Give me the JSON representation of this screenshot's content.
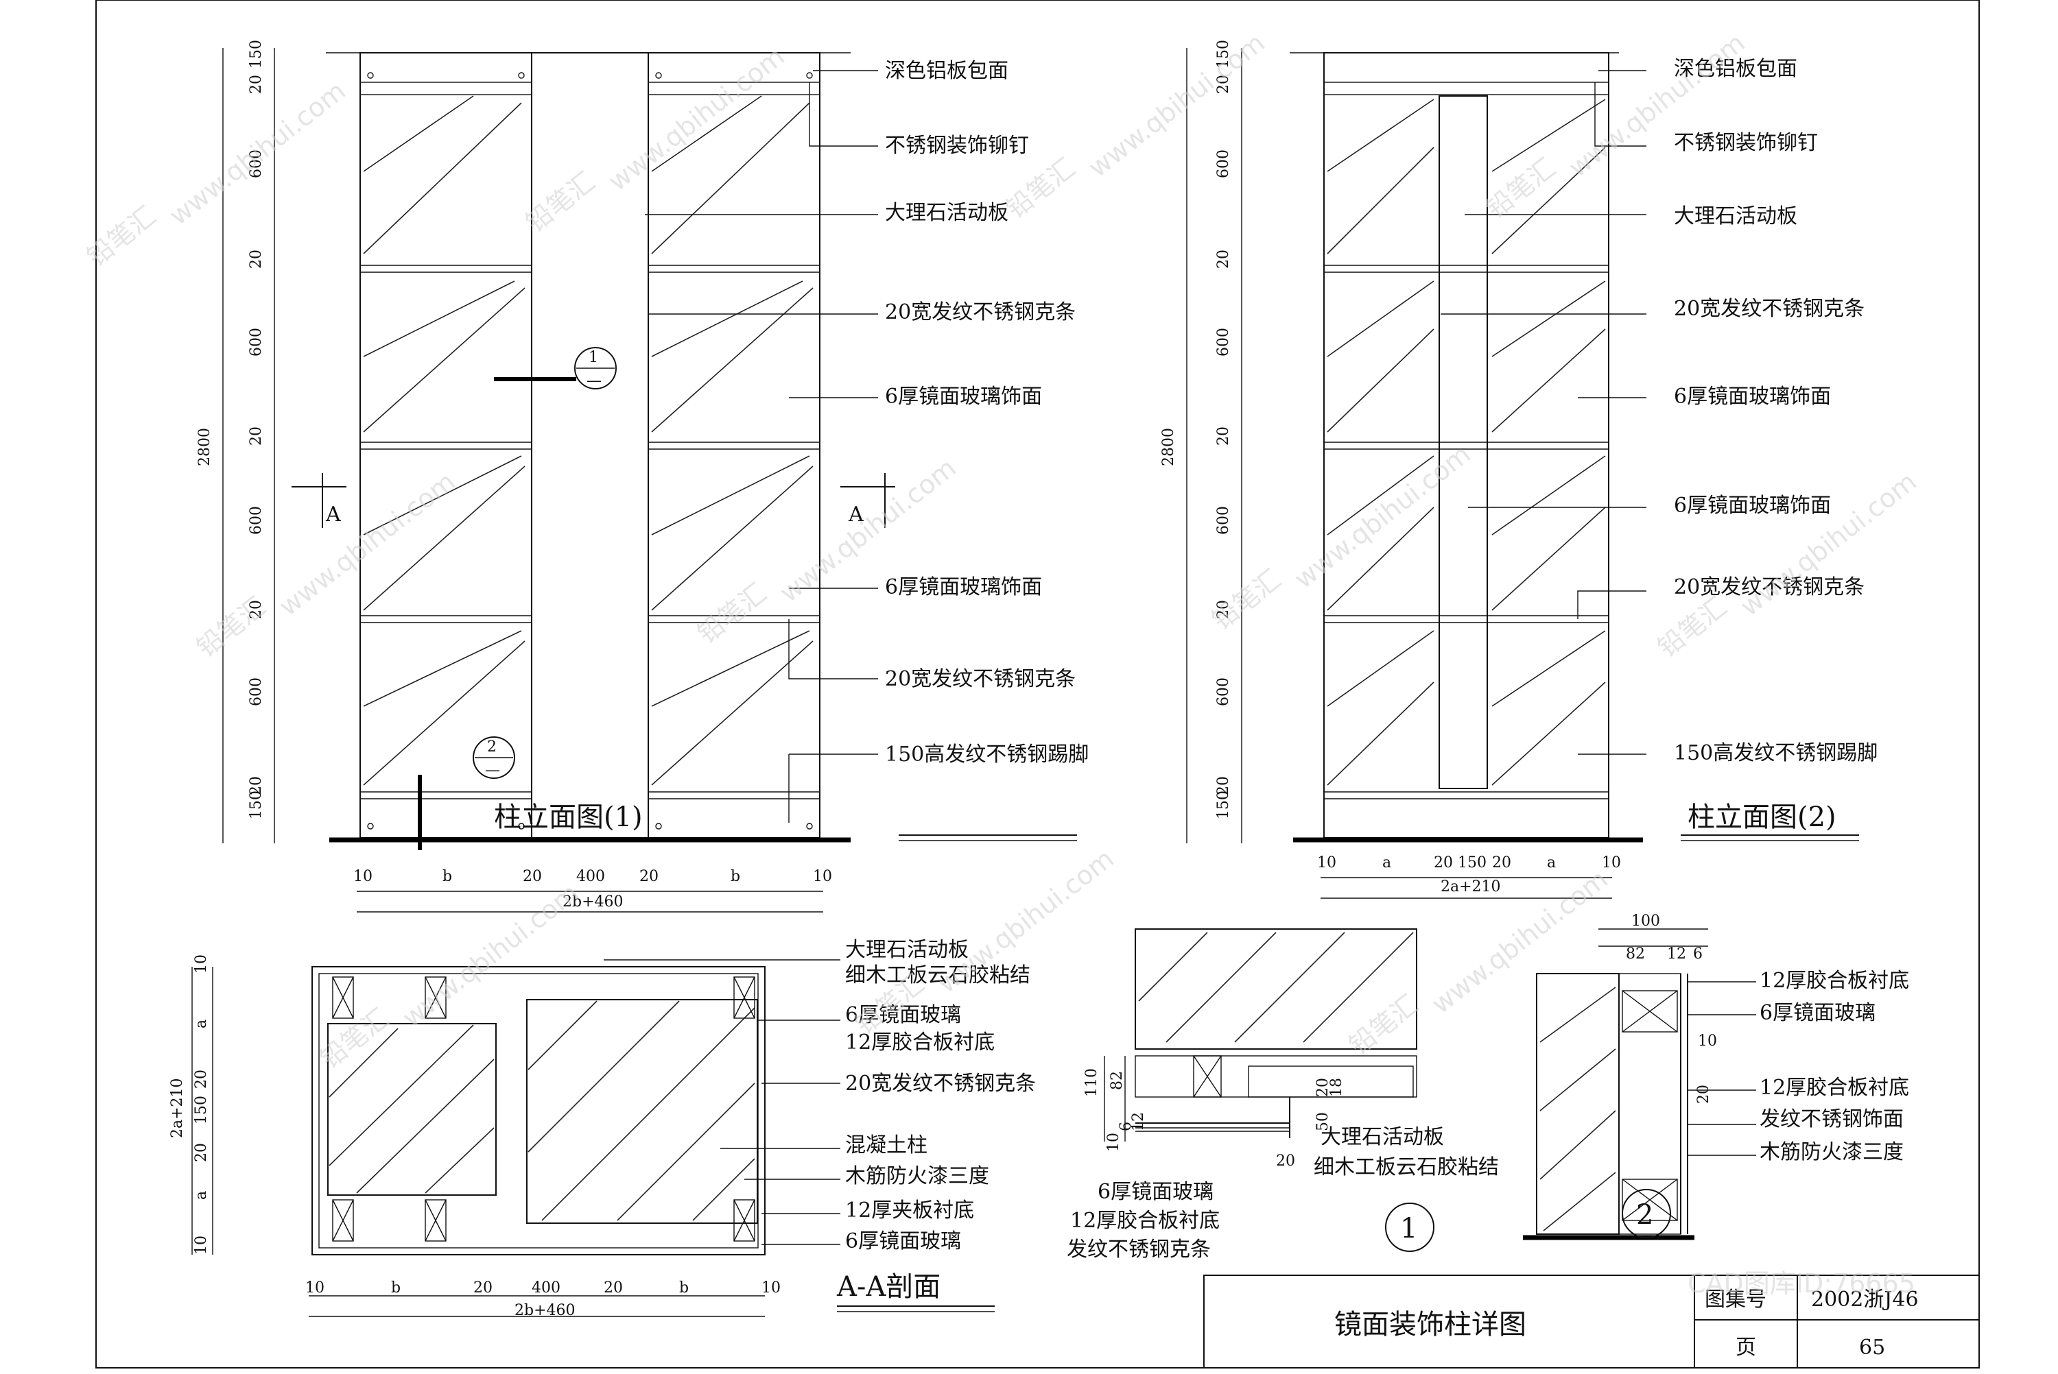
{
  "elevation1": {
    "title": "柱立面图(1)",
    "callouts": [
      "深色铝板包面",
      "不锈钢装饰铆钉",
      "大理石活动板",
      "20宽发纹不锈钢克条",
      "6厚镜面玻璃饰面",
      "6厚镜面玻璃饰面",
      "20宽发纹不锈钢克条",
      "150高发纹不锈钢踢脚"
    ],
    "vdims": [
      "150",
      "20",
      "600",
      "20",
      "600",
      "20",
      "600",
      "20",
      "600",
      "20",
      "150"
    ],
    "total_height": "2800",
    "hdims": [
      "10",
      "b",
      "20",
      "400",
      "20",
      "b",
      "10"
    ],
    "total_width": "2b+460",
    "section_tag": "A",
    "marker1_num": "1",
    "marker2_num": "2",
    "marker_den": "—"
  },
  "elevation2": {
    "title": "柱立面图(2)",
    "callouts": [
      "深色铝板包面",
      "不锈钢装饰铆钉",
      "大理石活动板",
      "20宽发纹不锈钢克条",
      "6厚镜面玻璃饰面",
      "6厚镜面玻璃饰面",
      "20宽发纹不锈钢克条",
      "150高发纹不锈钢踢脚"
    ],
    "vdims": [
      "150",
      "20",
      "600",
      "20",
      "600",
      "20",
      "600",
      "20",
      "600",
      "20",
      "150"
    ],
    "total_height": "2800",
    "hdims": [
      "10",
      "a",
      "20",
      "150",
      "20",
      "a",
      "10"
    ],
    "total_width": "2a+210"
  },
  "section_aa": {
    "title": "A-A剖面",
    "callouts": [
      "大理石活动板",
      "细木工板云石胶粘结",
      "6厚镜面玻璃",
      "12厚胶合板衬底",
      "20宽发纹不锈钢克条",
      "混凝土柱",
      "木筋防火漆三度",
      "12厚夹板衬底",
      "6厚镜面玻璃"
    ],
    "vdims": [
      "10",
      "a",
      "20",
      "150",
      "20",
      "a",
      "10"
    ],
    "total_height": "2a+210",
    "hdims": [
      "10",
      "b",
      "20",
      "400",
      "20",
      "b",
      "10"
    ],
    "total_width": "2b+460"
  },
  "detail1": {
    "number": "1",
    "callouts": [
      "大理石活动板",
      "细木工板云石胶粘结",
      "6厚镜面玻璃",
      "12厚胶合板衬底",
      "发纹不锈钢克条"
    ],
    "dims": [
      "110",
      "82",
      "10",
      "6",
      "12",
      "20",
      "18",
      "50",
      "20"
    ]
  },
  "detail2": {
    "number": "2",
    "callouts": [
      "12厚胶合板衬底",
      "6厚镜面玻璃",
      "12厚胶合板衬底",
      "发纹不锈钢饰面",
      "木筋防火漆三度"
    ],
    "dims": [
      "100",
      "82",
      "12",
      "6",
      "10",
      "20"
    ]
  },
  "title_block": {
    "drawing_title": "镜面装饰柱详图",
    "atlas_label": "图集号",
    "atlas_no": "2002浙J46",
    "page_label": "页",
    "page_no": "65"
  },
  "watermark": {
    "brand": "铅笔汇",
    "url": "www.qbihui.com",
    "id_text": "CAD图库ID:76665"
  }
}
